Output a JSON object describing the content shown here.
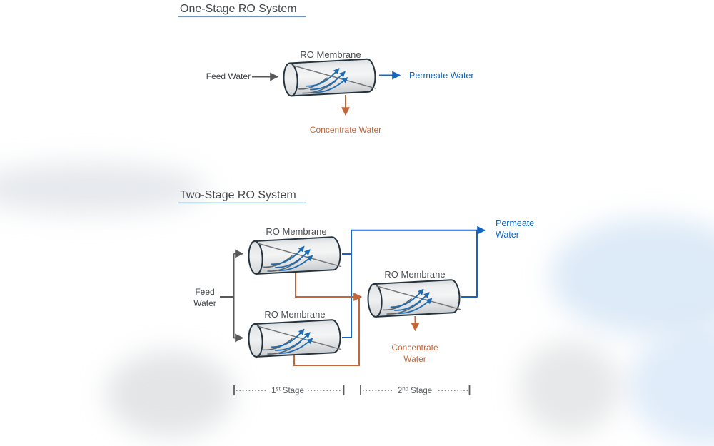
{
  "colors": {
    "title_text": "#44484B",
    "underline_one_stage": "#5B9BD5",
    "underline_two_stage": "#A3C7E8",
    "membrane_label_text": "#4A4E52",
    "feed_gray": "#595959",
    "permeate_blue": "#1166BE",
    "concentrate_orange": "#C2663C",
    "cylinder_border": "#25333E",
    "flow_arrow_blue": "#1F6CB5",
    "flow_line_gray": "#5B666D",
    "stage_marker_gray": "#595959"
  },
  "one_stage": {
    "title": "One-Stage RO System",
    "membrane_label": "RO Membrane",
    "feed_label": "Feed Water",
    "permeate_label": "Permeate Water",
    "concentrate_label": "Concentrate Water"
  },
  "two_stage": {
    "title": "Two-Stage RO System",
    "feed_lines": [
      "Feed",
      "Water"
    ],
    "membrane_labels": [
      "RO Membrane",
      "RO Membrane",
      "RO Membrane"
    ],
    "permeate_lines": [
      "Permeate",
      "Water"
    ],
    "concentrate_lines": [
      "Concentrate",
      "Water"
    ],
    "stage_markers": [
      {
        "num": "1",
        "sup": "st",
        "word": "Stage"
      },
      {
        "num": "2",
        "sup": "nd",
        "word": "Stage"
      }
    ]
  }
}
